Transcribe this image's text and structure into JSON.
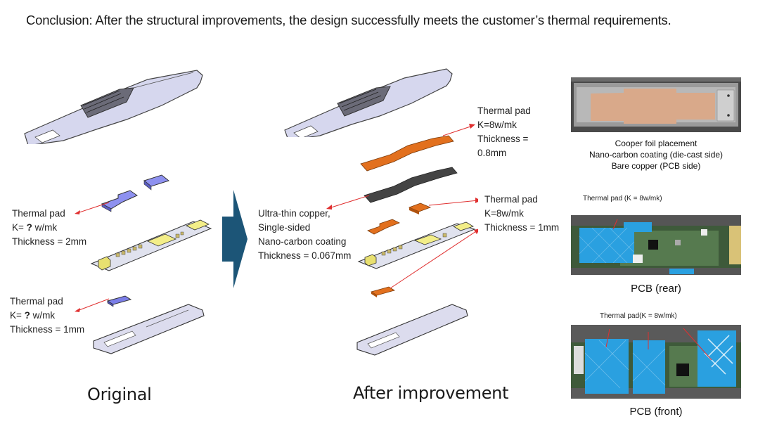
{
  "title": "Conclusion: After the structural improvements, the design successfully meets the customer’s thermal requirements.",
  "original": {
    "section_label": "Original",
    "pad_top": {
      "line1": "Thermal pad",
      "k_prefix": "K= ",
      "k_value": "?",
      "k_suffix": " w/mk",
      "thickness": "Thickness = 2mm"
    },
    "pad_bottom": {
      "line1": "Thermal pad",
      "k_prefix": "K= ",
      "k_value": "?",
      "k_suffix": " w/mk",
      "thickness": "Thickness = 1mm"
    }
  },
  "improved": {
    "section_label": "After improvement",
    "pad_top": {
      "line1": "Thermal pad",
      "line2": "K=8w/mk",
      "line3": "Thickness =",
      "line4": "0.8mm"
    },
    "copper": {
      "line1": "Ultra-thin copper,",
      "line2": "Single-sided",
      "line3": "Nano-carbon coating",
      "line4": "Thickness = 0.067mm"
    },
    "pad_mid": {
      "line1": "Thermal pad",
      "line2": "K=8w/mk",
      "line3": "Thickness = 1mm"
    }
  },
  "photos": {
    "copper_foil": {
      "line1": "Cooper foil placement",
      "line2": "Nano-carbon coating (die-cast side)",
      "line3": "Bare copper (PCB side)"
    },
    "pcb_rear": {
      "annotation": "Thermal pad (K = 8w/mk)",
      "caption": "PCB (rear)"
    },
    "pcb_front": {
      "annotation": "Thermal pad(K = 8w/mk)",
      "caption": "PCB (front)"
    }
  },
  "colors": {
    "arrow_accent": "#1c5577",
    "leader_line": "#e03030",
    "pad_original": "#7b7ee8",
    "pad_improved": "#e2701e",
    "pad_photo": "#2aa0e0",
    "copper": "#d9a98a"
  }
}
